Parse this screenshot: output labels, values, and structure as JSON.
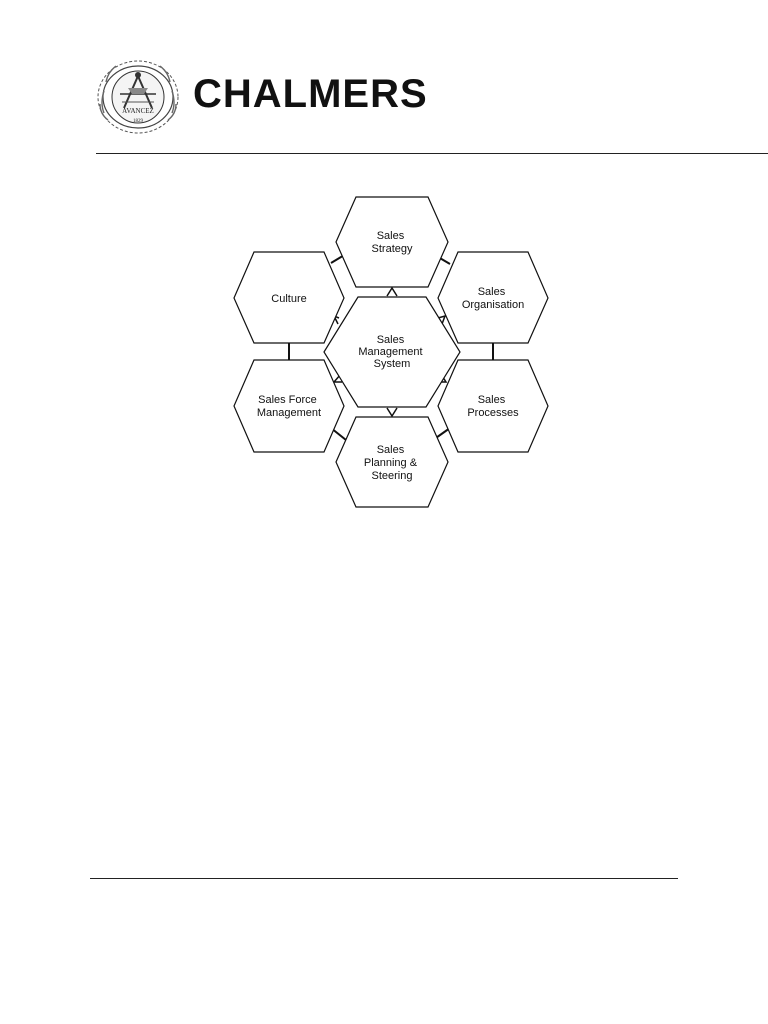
{
  "header": {
    "brand": "CHALMERS",
    "seal_text": [
      "AVANCEZ",
      "1829"
    ]
  },
  "diagram": {
    "center": [
      "Sales",
      "Management",
      "System"
    ],
    "nodes": {
      "sales_strategy": [
        "Sales",
        "Strategy"
      ],
      "sales_organisation": [
        "Sales",
        "Organisation"
      ],
      "sales_processes": [
        "Sales",
        "Processes"
      ],
      "sales_planning_steering": [
        "Sales",
        "Planning &",
        "Steering"
      ],
      "sales_force_management": [
        "Sales Force",
        "Management"
      ],
      "culture": [
        "Culture"
      ]
    }
  }
}
